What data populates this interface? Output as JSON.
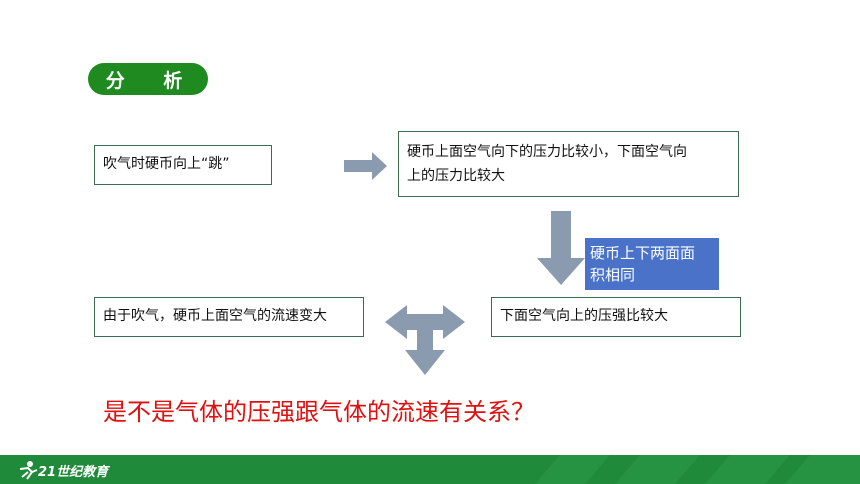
{
  "badge": {
    "label": "分 析"
  },
  "boxes": {
    "blow_jump": "吹气时硬币向上“跳”",
    "pressure_line1": "硬币上面空气向下的压力比较小，下面空气向",
    "pressure_line2": "上的压力比较大",
    "flow_speed": "由于吹气，硬币上面空气的流速变大",
    "lower_pressure": "下面空气向上的压强比较大"
  },
  "note": {
    "line1": "硬币上下两面面",
    "line2": "积相同"
  },
  "question": "是不是气体的压强跟气体的流速有关系？",
  "footer": {
    "logo_text": "21世纪教育"
  },
  "colors": {
    "badge": "#1f8a1f",
    "box_border": "#3d6b4f",
    "arrow": "#8a9bb0",
    "note": "#4a72c8",
    "question": "#e01010",
    "footer": "#1f8a3a"
  }
}
